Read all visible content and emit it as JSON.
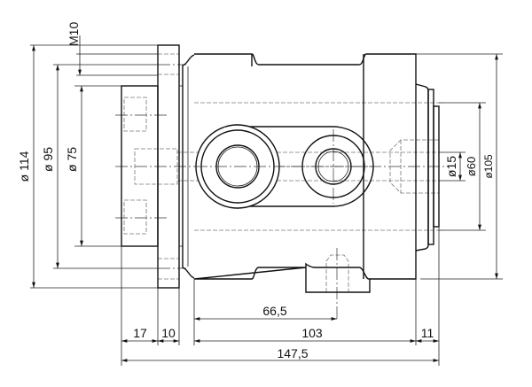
{
  "drawing": {
    "dimensions": {
      "thread": "M10",
      "d114": "ø 114",
      "d95": "ø 95",
      "d75": "ø 75",
      "d15": "ø15",
      "d60": "ø60",
      "d105": "ø105",
      "l17": "17",
      "l10": "10",
      "l66_5": "66,5",
      "l103": "103",
      "l11": "11",
      "l147_5": "147,5"
    }
  }
}
